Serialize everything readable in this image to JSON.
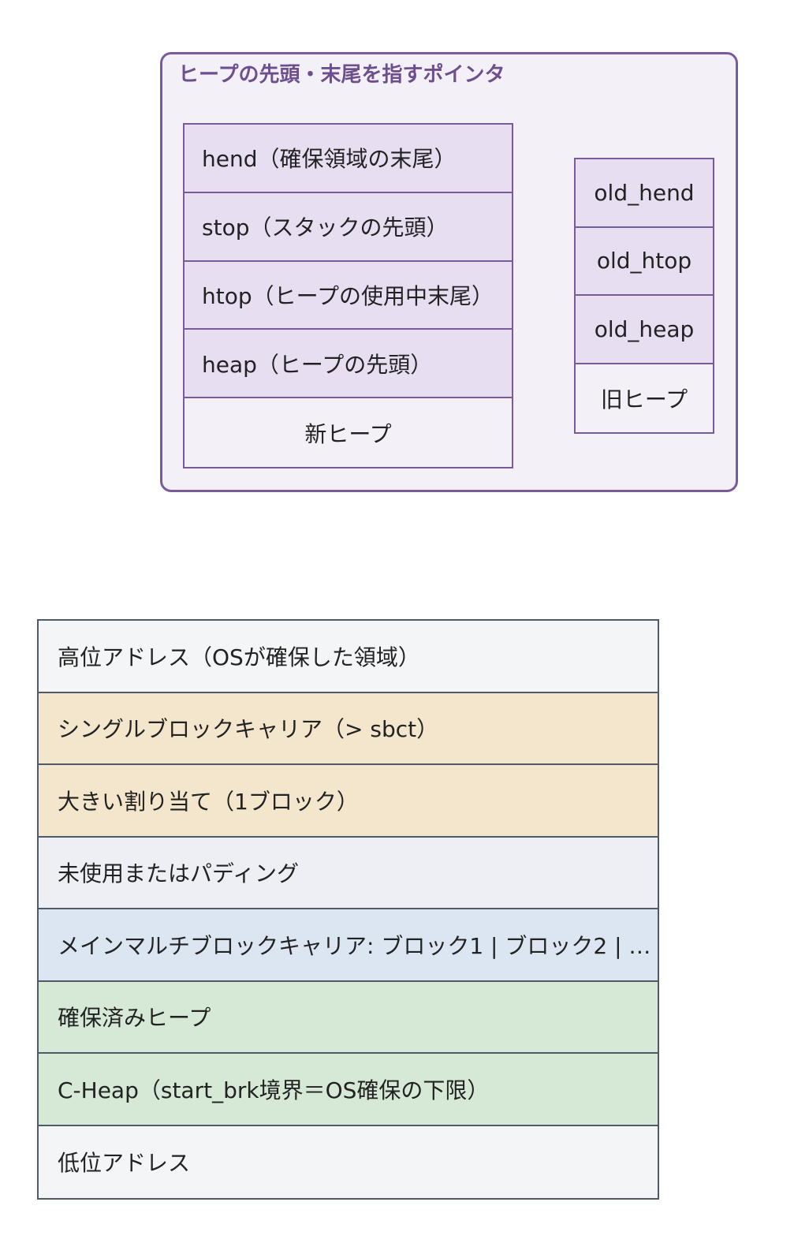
{
  "heap_pointers": {
    "title": "ヒープの先頭・末尾を指すポインタ",
    "new_heap": [
      "hend（確保領域の末尾）",
      "stop（スタックの先頭）",
      "htop（ヒープの使用中末尾）",
      "heap（ヒープの先頭）",
      "新ヒープ"
    ],
    "old_heap": [
      "old_hend",
      "old_htop",
      "old_heap",
      "旧ヒープ"
    ]
  },
  "memory_map": [
    {
      "label": "高位アドレス（OSが確保した領域）",
      "color": "#f4f5f7"
    },
    {
      "label": "シングルブロックキャリア（> sbct）",
      "color": "#f3e6cc"
    },
    {
      "label": "大きい割り当て（1ブロック）",
      "color": "#f3e6cc"
    },
    {
      "label": "未使用またはパディング",
      "color": "#edeff4"
    },
    {
      "label": "メインマルチブロックキャリア: ブロック1 | ブロック2 | …",
      "color": "#dbe6f2"
    },
    {
      "label": "確保済みヒープ",
      "color": "#d6e8d6"
    },
    {
      "label": "C-Heap（start_brk境界＝OS確保の下限）",
      "color": "#d6e8d6"
    },
    {
      "label": "低位アドレス",
      "color": "#f4f5f7"
    }
  ],
  "colors": {
    "group_border": "#7a5b9a",
    "group_fill": "#f4f0f8",
    "pointer_cell": "#e8def2",
    "memmap_border": "#505a66"
  }
}
